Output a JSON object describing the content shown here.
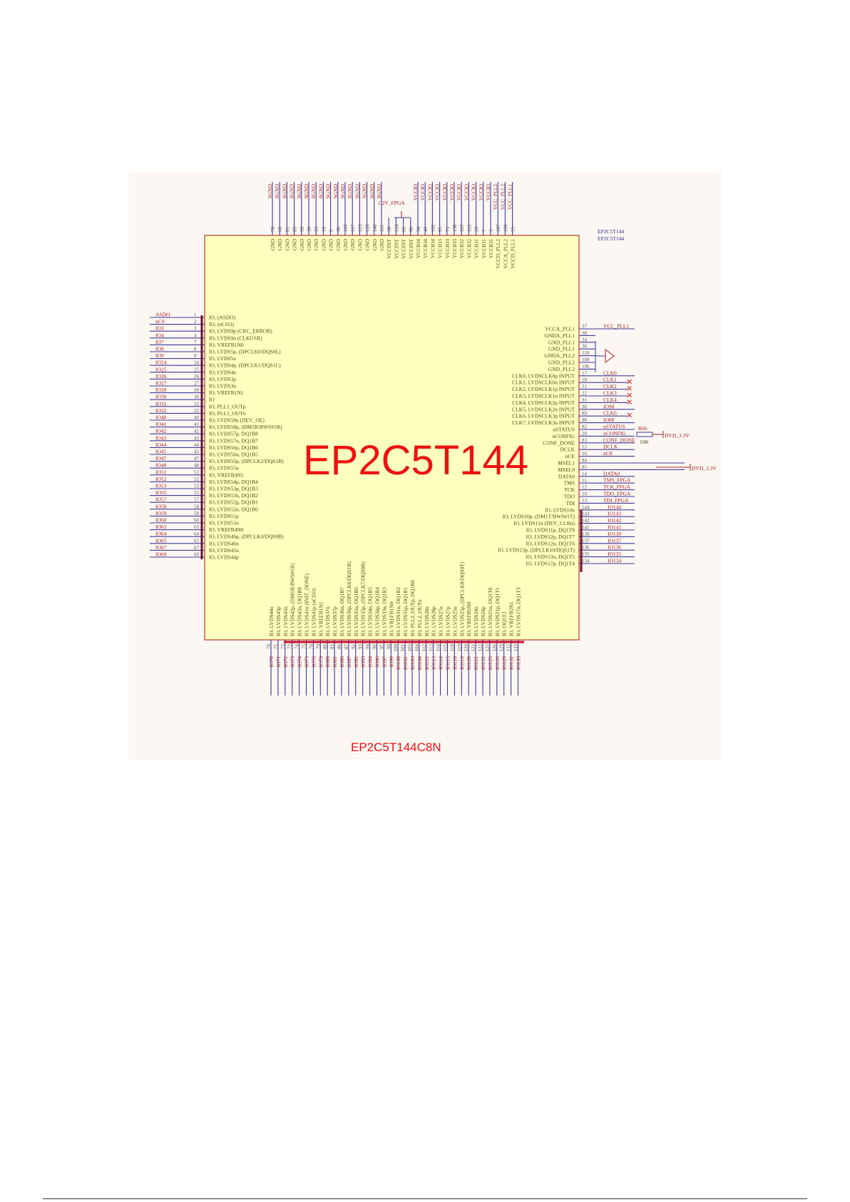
{
  "part": {
    "title": "EP2C5T144",
    "caption": "EP2C5T144C8N",
    "refs": [
      "EP2C5T144",
      "EP2C5T144"
    ]
  },
  "colors": {
    "body": "#ffffc0",
    "border": "#b33a2a",
    "wire": "#3a3a9a",
    "net": "#a02020",
    "title": "#ee1111"
  },
  "left_pins": [
    {
      "num": "1",
      "fn": "IO, (ASDO)",
      "net": "ASDO"
    },
    {
      "num": "2",
      "fn": "IO, (nCSO)",
      "net": "nCS"
    },
    {
      "num": "3",
      "fn": "IO, LVDS9p (CRC_ERROR)",
      "net": "IO3"
    },
    {
      "num": "4",
      "fn": "IO, LVDS9n (CLKUSR)",
      "net": "IO4"
    },
    {
      "num": "7",
      "fn": "IO, VREFB1N0",
      "net": "IO7"
    },
    {
      "num": "8",
      "fn": "IO, LVDS5p, (DPCLK0/DQS0L)",
      "net": "IO8"
    },
    {
      "num": "9",
      "fn": "IO, LVDS5n",
      "net": "IO9"
    },
    {
      "num": "24",
      "fn": "IO, LVDS4p, (DPCLK1/DQS1L)",
      "net": "IO24"
    },
    {
      "num": "25",
      "fn": "IO, LVDS4n",
      "net": "IO25"
    },
    {
      "num": "26",
      "fn": "IO, LVDS3p",
      "net": "IO26"
    },
    {
      "num": "27",
      "fn": "IO, LVDS3n",
      "net": "IO27"
    },
    {
      "num": "28",
      "fn": "IO, VREFB1N1",
      "net": "IO28"
    },
    {
      "num": "30",
      "fn": "IO",
      "net": "IO30"
    },
    {
      "num": "31",
      "fn": "IO, PLL1_OUTp",
      "net": "IO31"
    },
    {
      "num": "32",
      "fn": "IO, PLL1_OUTn",
      "net": "IO32"
    },
    {
      "num": "40",
      "fn": "IO, LVDS58n (DEV_OE)",
      "net": "IO40"
    },
    {
      "num": "41",
      "fn": "IO, LVDS58p, (DM1B/BWS#1B)",
      "net": "IO41"
    },
    {
      "num": "42",
      "fn": "IO, LVDS57p, DQ1B8",
      "net": "IO42"
    },
    {
      "num": "43",
      "fn": "IO, LVDS57n, DQ1B7",
      "net": "IO43"
    },
    {
      "num": "44",
      "fn": "IO, LVDS56p, DQ1B6",
      "net": "IO44"
    },
    {
      "num": "45",
      "fn": "IO, LVDS56n, DQ1B5",
      "net": "IO45"
    },
    {
      "num": "47",
      "fn": "IO, LVDS55p, (DPCLK2/DQS1B)",
      "net": "IO47"
    },
    {
      "num": "48",
      "fn": "IO, LVDS55n",
      "net": "IO48"
    },
    {
      "num": "51",
      "fn": "IO, VREFB4N1",
      "net": "IO51"
    },
    {
      "num": "52",
      "fn": "IO, LVDS54p, DQ1B4",
      "net": "IO52"
    },
    {
      "num": "53",
      "fn": "IO, LVDS53p, DQ1B3",
      "net": "IO53"
    },
    {
      "num": "55",
      "fn": "IO, LVDS53n, DQ1B2",
      "net": "IO55"
    },
    {
      "num": "57",
      "fn": "IO, LVDS52p, DQ1B1",
      "net": "IO57"
    },
    {
      "num": "58",
      "fn": "IO, LVDS52n, DQ1B0",
      "net": "IO58"
    },
    {
      "num": "59",
      "fn": "IO, LVDS51p",
      "net": "IO59"
    },
    {
      "num": "60",
      "fn": "IO, LVDS51n",
      "net": "IO60"
    },
    {
      "num": "63",
      "fn": "IO, VREFB4N0",
      "net": "IO63"
    },
    {
      "num": "64",
      "fn": "IO, LVDS46p, (DPCLK4/DQS0B)",
      "net": "IO64"
    },
    {
      "num": "65",
      "fn": "IO, LVDS46n",
      "net": "IO65"
    },
    {
      "num": "67",
      "fn": "IO, LVDS45n",
      "net": "IO67"
    },
    {
      "num": "69",
      "fn": "IO, LVDS44p",
      "net": "IO69"
    }
  ],
  "right_pins": [
    {
      "num": "37",
      "fn": "VCCA_PLL1",
      "net": "VCC_PLL1"
    },
    {
      "num": "38",
      "fn": "GNDA_PLL1",
      "net": ""
    },
    {
      "num": "34",
      "fn": "GND_PLL1",
      "net": ""
    },
    {
      "num": "36",
      "fn": "GND_PLL1",
      "net": ""
    },
    {
      "num": "110",
      "fn": "GNDA_PLL2",
      "net": ""
    },
    {
      "num": "108",
      "fn": "GND_PLL2",
      "net": ""
    },
    {
      "num": "106",
      "fn": "GND_PLL2",
      "net": ""
    },
    {
      "num": "17",
      "fn": "CLK0, LVDSCLK0p INPUT",
      "net": "CLK0"
    },
    {
      "num": "18",
      "fn": "CLK1, LVDSCLK0n INPUT",
      "net": "CLK1",
      "nc": true
    },
    {
      "num": "21",
      "fn": "CLK2, LVDSCLK1p INPUT",
      "net": "CLK2",
      "nc": true
    },
    {
      "num": "22",
      "fn": "CLK3, LVDSCLK1n INPUT",
      "net": "CLK3",
      "nc": true
    },
    {
      "num": "91",
      "fn": "CLK4, LVDSCLK2p INPUT",
      "net": "CLK4",
      "nc": true
    },
    {
      "num": "90",
      "fn": "CLK5, LVDSCLK2n INPUT",
      "net": "IO90"
    },
    {
      "num": "89",
      "fn": "CLK6, LVDSCLK3p INPUT",
      "net": "CLK6",
      "nc": true
    },
    {
      "num": "88",
      "fn": "CLK7, LVDSCLK3n INPUT",
      "net": "IO88"
    },
    {
      "num": "82",
      "fn": "nSTATUS",
      "net": "nSTATUS"
    },
    {
      "num": "20",
      "fn": "nCONFIG",
      "net": "nCONFIG"
    },
    {
      "num": "83",
      "fn": "CONF_DONE",
      "net": "CONF_DONE"
    },
    {
      "num": "15",
      "fn": "DCLK",
      "net": "DCLK"
    },
    {
      "num": "16",
      "fn": "nCE",
      "net": "nCE"
    },
    {
      "num": "84",
      "fn": "MSEL1",
      "net": ""
    },
    {
      "num": "85",
      "fn": "MSEL0",
      "net": ""
    },
    {
      "num": "14",
      "fn": "DATA0",
      "net": "DATA0"
    },
    {
      "num": "11",
      "fn": "TMS",
      "net": "TMS_FPGA"
    },
    {
      "num": "12",
      "fn": "TCK",
      "net": "TCK_FPGA"
    },
    {
      "num": "10",
      "fn": "TDO",
      "net": "TDO_FPGA"
    },
    {
      "num": "13",
      "fn": "TDI",
      "net": "TDI_FPGA"
    },
    {
      "num": "144",
      "fn": "IO, LVDS10n",
      "net": "IO144"
    },
    {
      "num": "143",
      "fn": "IO, LVDS10p, (DM1T/BWS#1T)",
      "net": "IO143"
    },
    {
      "num": "142",
      "fn": "IO, LVDS11n (DEV_CLRn)",
      "net": "IO142"
    },
    {
      "num": "141",
      "fn": "IO, LVDS11p, DQ1T8",
      "net": "IO141"
    },
    {
      "num": "139",
      "fn": "IO, LVDS12p, DQ1T7",
      "net": "IO139"
    },
    {
      "num": "137",
      "fn": "IO, LVDS12n, DQ1T6",
      "net": "IO137"
    },
    {
      "num": "136",
      "fn": "IO, LVDS13p, (DPCLK10/DQS1T)",
      "net": "IO136"
    },
    {
      "num": "135",
      "fn": "IO, LVDS13n, DQ1T5",
      "net": "IO135"
    },
    {
      "num": "134",
      "fn": "IO, LVDS17p, DQ1T4",
      "net": "IO134"
    }
  ],
  "top_pins": [
    {
      "num": "78",
      "fn": "GND",
      "net": "SGND"
    },
    {
      "num": "68",
      "fn": "GND",
      "net": "SGND"
    },
    {
      "num": "81",
      "fn": "GND",
      "net": "SGND"
    },
    {
      "num": "89",
      "fn": "GND",
      "net": "SGND"
    },
    {
      "num": "59",
      "fn": "GND",
      "net": "SGND"
    },
    {
      "num": "39",
      "fn": "GND",
      "net": "SGND"
    },
    {
      "num": "33",
      "fn": "GND",
      "net": "SGND"
    },
    {
      "num": "19",
      "fn": "GND",
      "net": "SGND"
    },
    {
      "num": "6",
      "fn": "GND",
      "net": "SGND"
    },
    {
      "num": "98",
      "fn": "GND",
      "net": "SGND"
    },
    {
      "num": "105",
      "fn": "GND",
      "net": "SGND"
    },
    {
      "num": "117",
      "fn": "GND",
      "net": "SGND"
    },
    {
      "num": "123",
      "fn": "GND",
      "net": "SGND"
    },
    {
      "num": "128",
      "fn": "GND",
      "net": "SGND"
    },
    {
      "num": "140",
      "fn": "GND",
      "net": "SGND"
    },
    {
      "num": "111",
      "fn": "GND",
      "net": "SGND"
    },
    {
      "num": "38",
      "fn": "VCCINT",
      "net": ""
    },
    {
      "num": "124",
      "fn": "VCCINT",
      "net": ""
    },
    {
      "num": "62",
      "fn": "VCCINT",
      "net": ""
    },
    {
      "num": "90",
      "fn": "VCCINT",
      "net": ""
    },
    {
      "num": "34",
      "fn": "VCCIO4",
      "net": "VCCIO"
    },
    {
      "num": "40",
      "fn": "VCCIO4",
      "net": "VCCIO"
    },
    {
      "num": "102",
      "fn": "VCCIO4",
      "net": "VCCIO"
    },
    {
      "num": "95",
      "fn": "VCCIO3",
      "net": "VCCIO"
    },
    {
      "num": "71",
      "fn": "VCCIO3",
      "net": "VCCIO"
    },
    {
      "num": "138",
      "fn": "VCCIO3",
      "net": "VCCIO"
    },
    {
      "num": "127",
      "fn": "VCCIO2",
      "net": "VCCIO"
    },
    {
      "num": "116",
      "fn": "VCCIO2",
      "net": "VCCIO"
    },
    {
      "num": "29",
      "fn": "VCCIO1",
      "net": "VCCIO"
    },
    {
      "num": "7",
      "fn": "VCCIO1",
      "net": "VCCIO"
    },
    {
      "num": "3",
      "fn": "VCCIO1",
      "net": "VCCIO"
    },
    {
      "num": "107",
      "fn": "VCCD_PLL2",
      "net": "VCC_PLL2"
    },
    {
      "num": "109",
      "fn": "VCCA_PLL2",
      "net": "VCC_PLL2"
    },
    {
      "num": "35",
      "fn": "VCCD_PLL1",
      "net": "VCC_PLL1"
    }
  ],
  "bottom_pins": [
    {
      "num": "70",
      "fn": "IO, LVDS44n",
      "net": "IO70"
    },
    {
      "num": "71",
      "fn": "IO, LVDS43p",
      "net": "IO71"
    },
    {
      "num": "72",
      "fn": "IO, LVDS43n",
      "net": "IO72"
    },
    {
      "num": "73",
      "fn": "IO, LVDS42p, (DM1R/BWS#1R)",
      "net": "IO73"
    },
    {
      "num": "74",
      "fn": "IO, LVDS42n, DQ1R8",
      "net": "IO74"
    },
    {
      "num": "75",
      "fn": "IO, LVDS41n (INIT_DONE)",
      "net": "IO75"
    },
    {
      "num": "76",
      "fn": "IO, LVDS41p (nCEO)",
      "net": "IO76"
    },
    {
      "num": "79",
      "fn": "IO, VREFB1N1",
      "net": "IO79"
    },
    {
      "num": "80",
      "fn": "IO, LVDS37n",
      "net": "IO80"
    },
    {
      "num": "81",
      "fn": "IO, LVDS37p",
      "net": "IO81"
    },
    {
      "num": "86",
      "fn": "IO, LVDS36n, DQ1R7",
      "net": "IO86"
    },
    {
      "num": "87",
      "fn": "IO, LVDS36p, (DPCLK6/DQS1R)",
      "net": "IO87"
    },
    {
      "num": "92",
      "fn": "IO, LVDS35n, DQ1R6",
      "net": "IO92"
    },
    {
      "num": "93",
      "fn": "IO, LVDS35p, (DPCLK7/DQS0R)",
      "net": "IO93"
    },
    {
      "num": "94",
      "fn": "IO, LVDS34n, DQ1R5",
      "net": "IO94"
    },
    {
      "num": "96",
      "fn": "IO, LVDS34p, DQ1R4",
      "net": "IO96"
    },
    {
      "num": "97",
      "fn": "IO, LVDS33n, DQ1R3",
      "net": "IO97"
    },
    {
      "num": "99",
      "fn": "IO, VREFB1N0",
      "net": "IO99"
    },
    {
      "num": "100",
      "fn": "IO, LVDS31n, DQ1R2",
      "net": "IO100"
    },
    {
      "num": "101",
      "fn": "IO, LVDS31p, DQ1R1",
      "net": "IO101"
    },
    {
      "num": "103",
      "fn": "IO, PLL2_OUTp, DQ1R0",
      "net": "IO103"
    },
    {
      "num": "104",
      "fn": "IO, PLL2_OUTn",
      "net": "IO104"
    },
    {
      "num": "112",
      "fn": "IO, LVDS28n",
      "net": "IO112"
    },
    {
      "num": "113",
      "fn": "IO, LVDS28p",
      "net": "IO113"
    },
    {
      "num": "114",
      "fn": "IO, LVDS27n",
      "net": "IO114"
    },
    {
      "num": "115",
      "fn": "IO, LVDS27p",
      "net": "IO115"
    },
    {
      "num": "118",
      "fn": "IO, LVDS25n",
      "net": "IO118"
    },
    {
      "num": "119",
      "fn": "IO, LVDS25p, (DPCLK8/DQS0T)",
      "net": "IO119"
    },
    {
      "num": "120",
      "fn": "IO, VREFB2N0",
      "net": "IO120"
    },
    {
      "num": "121",
      "fn": "IO, LVDS24n",
      "net": "IO121"
    },
    {
      "num": "122",
      "fn": "IO, LVDS24p",
      "net": "IO122"
    },
    {
      "num": "125",
      "fn": "IO, LVDS21n, DQ1T0",
      "net": "IO125"
    },
    {
      "num": "126",
      "fn": "IO, LVDS21p, DQ1T1",
      "net": "IO126"
    },
    {
      "num": "129",
      "fn": "IO, DQ1T2",
      "net": "IO129"
    },
    {
      "num": "132",
      "fn": "IO, VREFB2N1",
      "net": "IO132"
    },
    {
      "num": "133",
      "fn": "IO, LVDS17n, DQ1T3",
      "net": "IO133"
    }
  ],
  "power": {
    "vccint_net": "1.2V_FPGA",
    "dvd": "DVD_3.3V",
    "dvd2": "DVD_3.3V"
  },
  "resistor": {
    "ref": "R66",
    "value": "10K"
  }
}
